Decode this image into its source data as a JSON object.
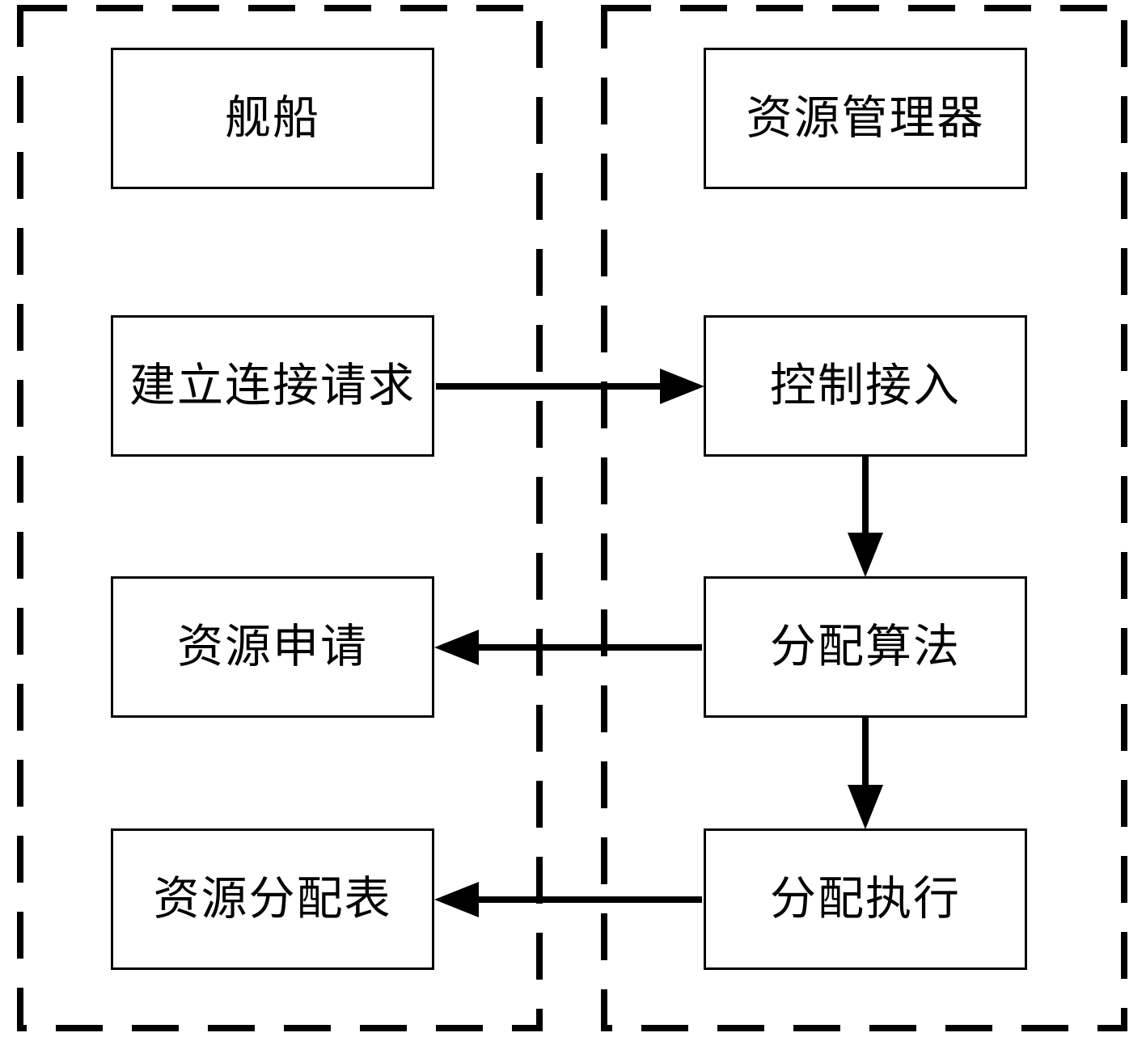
{
  "colors": {
    "line": "#000000",
    "background": "#ffffff"
  },
  "diagram": {
    "left_lane": {
      "title": "舰船",
      "box_connect_request": "建立连接请求",
      "box_resource_request": "资源申请",
      "box_resource_table": "资源分配表"
    },
    "right_lane": {
      "title": "资源管理器",
      "box_control_access": "控制接入",
      "box_alloc_algorithm": "分配算法",
      "box_alloc_execute": "分配执行"
    }
  }
}
